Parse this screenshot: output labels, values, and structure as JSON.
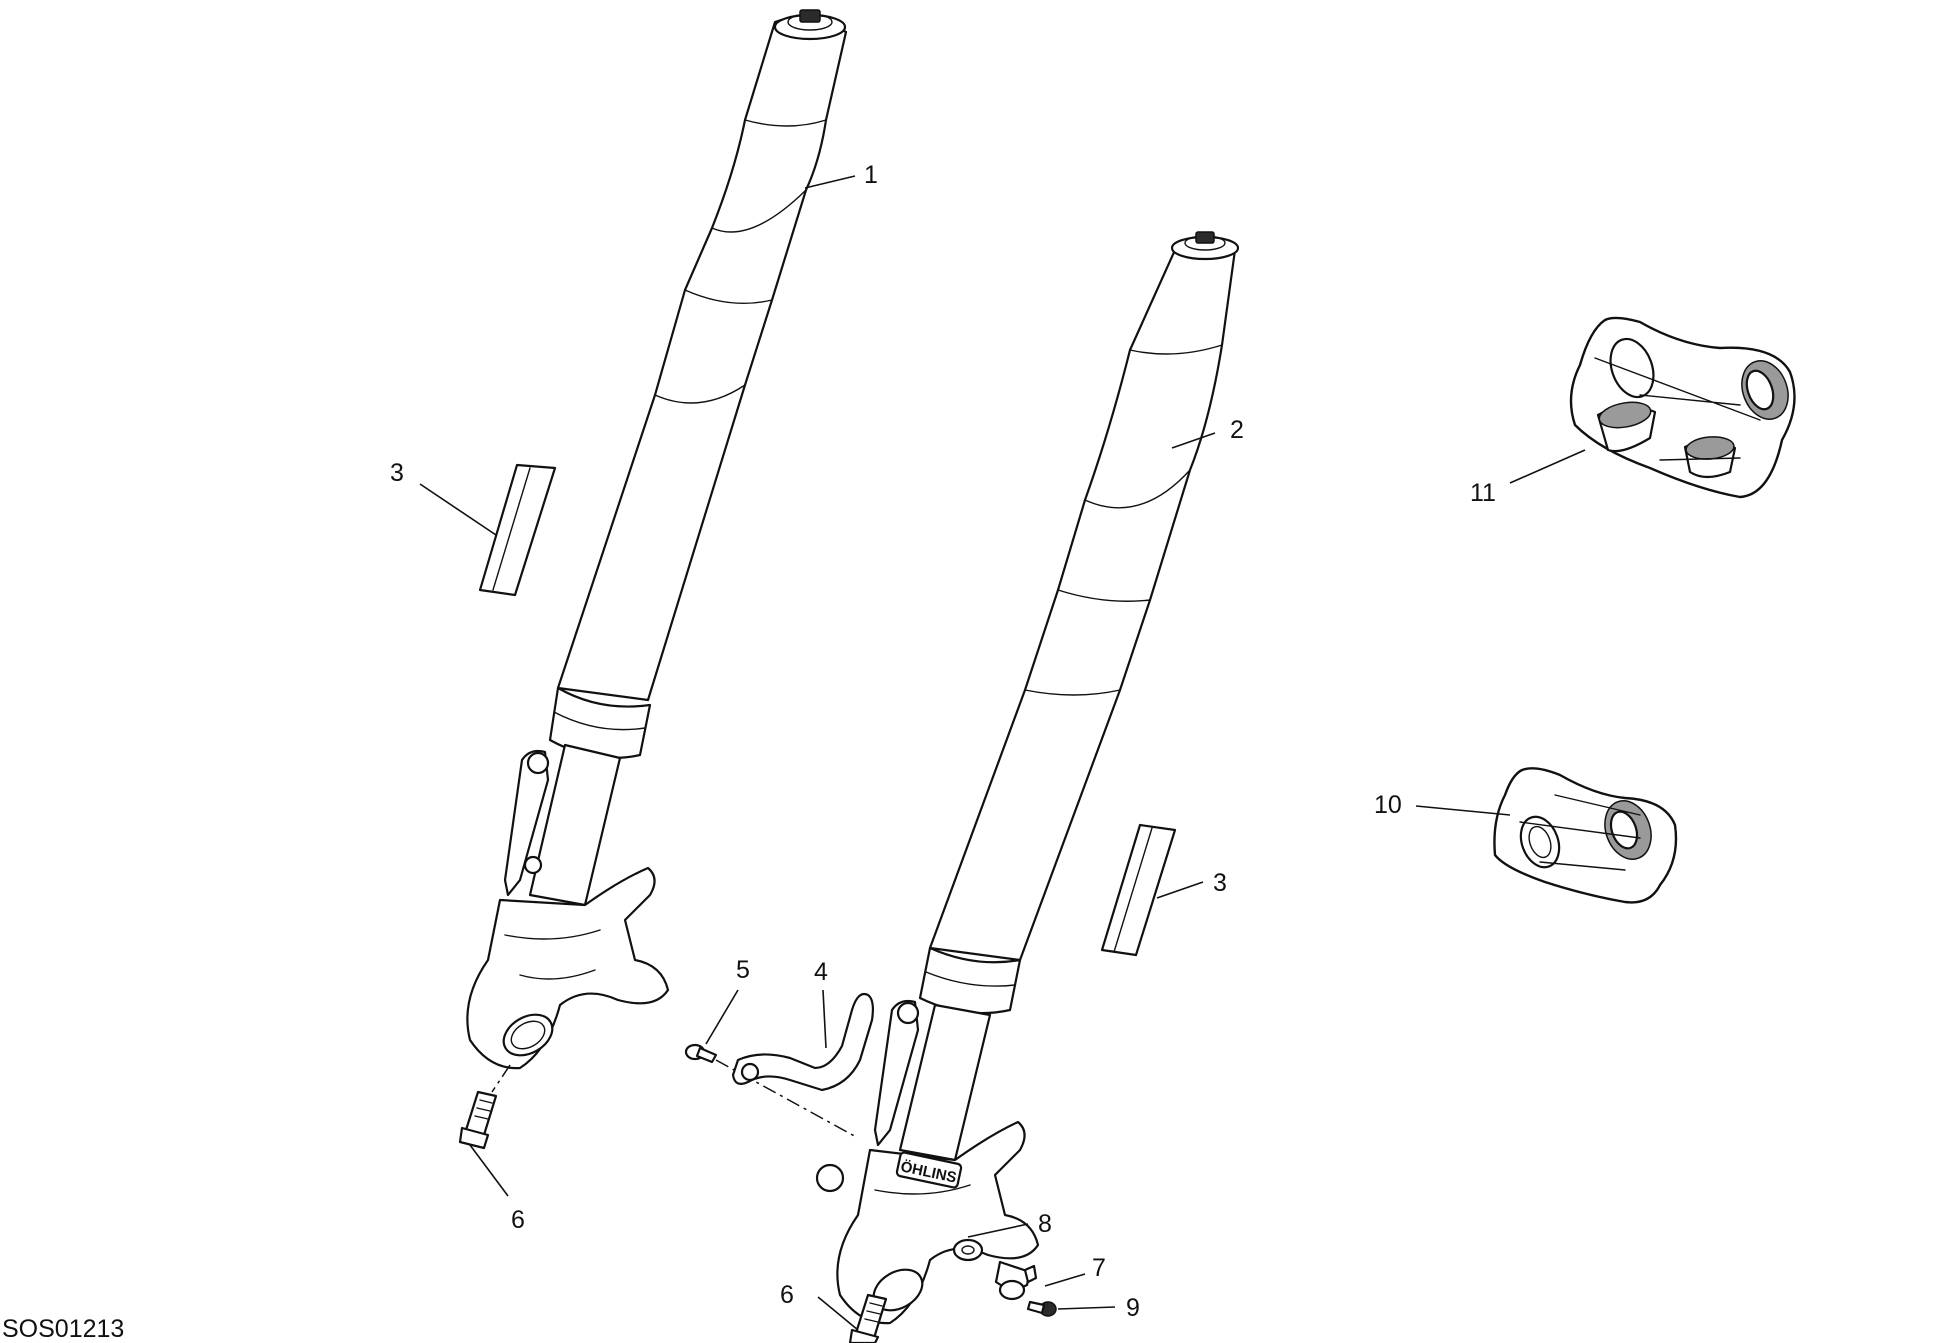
{
  "diagram": {
    "code": "SOS01213",
    "callouts": [
      "1",
      "2",
      "3",
      "3",
      "4",
      "5",
      "6",
      "6",
      "7",
      "8",
      "9",
      "10",
      "11"
    ],
    "brand_mark": "ÖHLINS"
  }
}
